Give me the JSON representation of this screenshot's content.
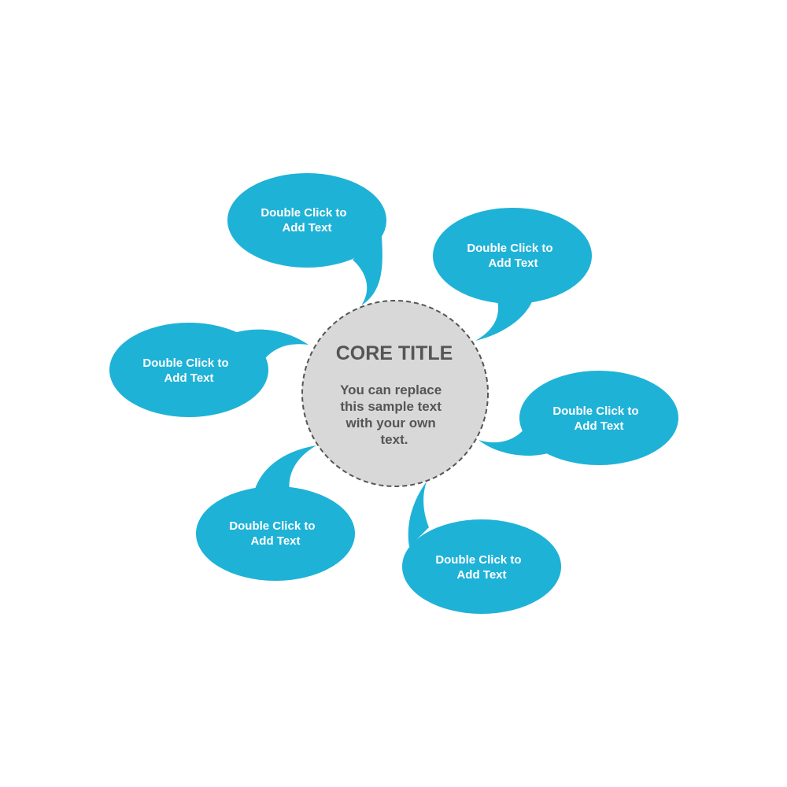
{
  "colors": {
    "bubble_fill": "#1FB2D7",
    "core_fill": "#D8D8D8",
    "core_stroke": "#555555",
    "core_text": "#555555",
    "bubble_text": "#FFFFFF"
  },
  "core": {
    "title": "CORE TITLE",
    "body_lines": [
      "You can replace",
      "this sample text",
      "with your own",
      "text."
    ]
  },
  "bubbles": [
    {
      "line1": "Double Click to",
      "line2": "Add Text"
    },
    {
      "line1": "Double Click to",
      "line2": "Add Text"
    },
    {
      "line1": "Double Click to",
      "line2": "Add Text"
    },
    {
      "line1": "Double Click to",
      "line2": "Add Text"
    },
    {
      "line1": "Double Click to",
      "line2": "Add Text"
    },
    {
      "line1": "Double Click to",
      "line2": "Add Text"
    }
  ]
}
